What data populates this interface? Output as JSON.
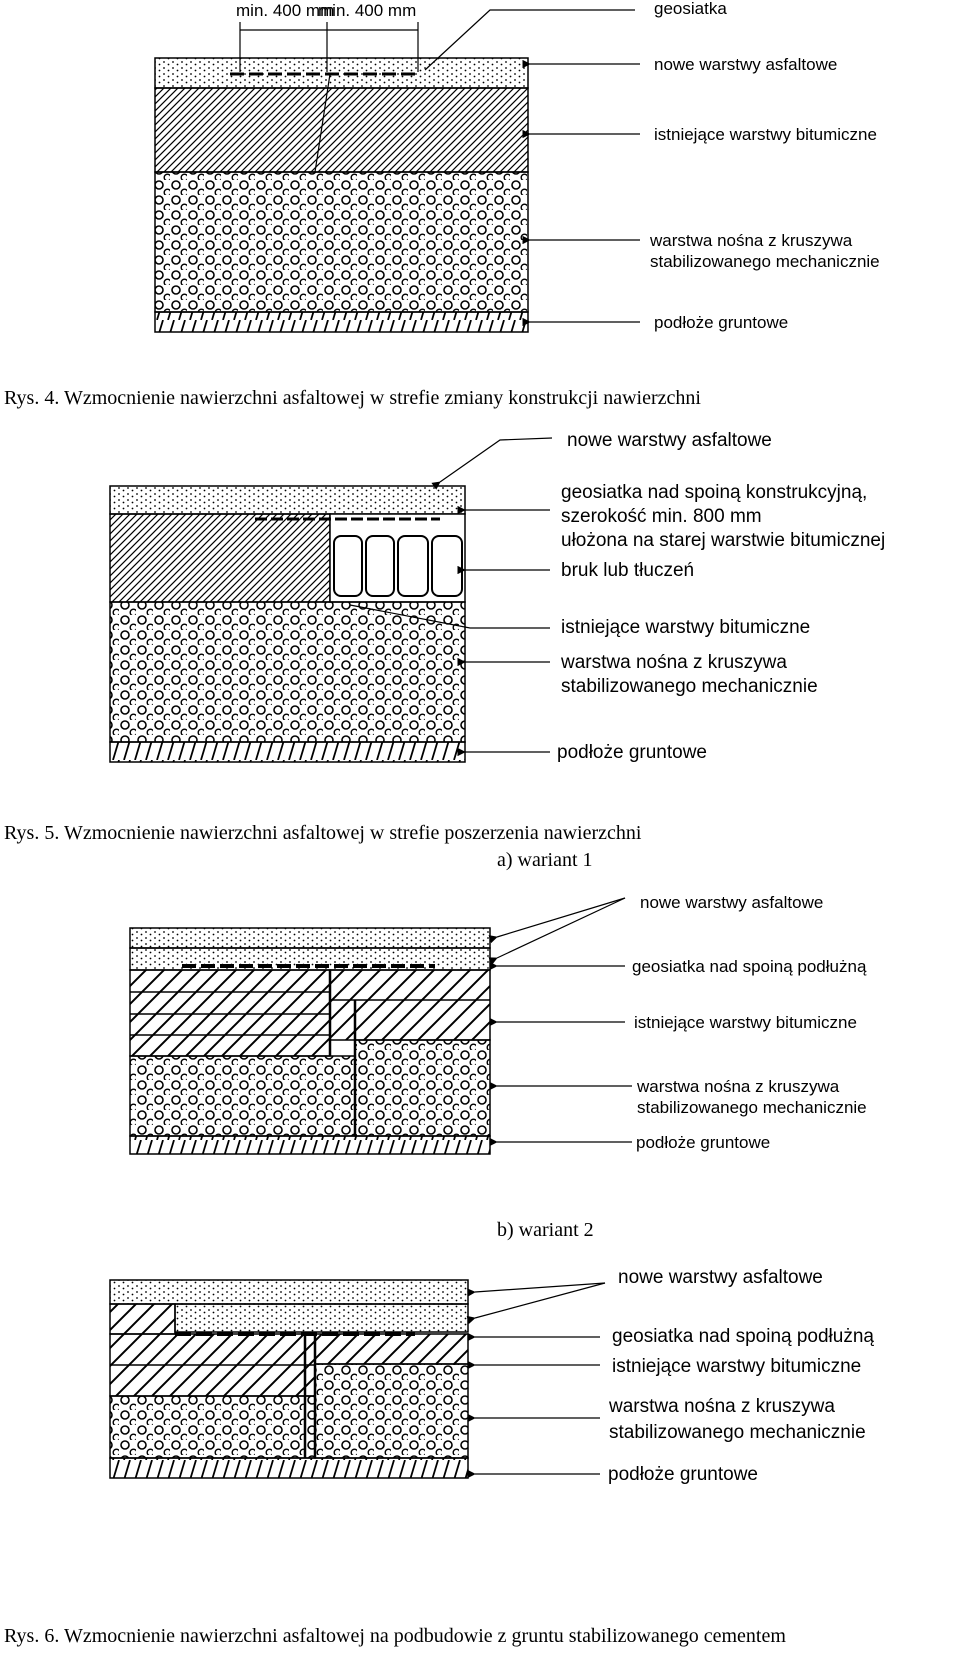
{
  "fig4": {
    "dim_left": "min. 400 mm",
    "dim_right": "min. 400 mm",
    "labels": {
      "geogrid": "geosiatka",
      "new_layers": "nowe warstwy asfaltowe",
      "existing": "istniejące warstwy bitumiczne",
      "base_line1": "warstwa nośna z kruszywa",
      "base_line2": "stabilizowanego mechanicznie",
      "subgrade": "podłoże gruntowe"
    },
    "caption": "Rys. 4. Wzmocnienie nawierzchni asfaltowej w strefie zmiany konstrukcji nawierzchni"
  },
  "fig5": {
    "labels": {
      "new_layers": "nowe warstwy asfaltowe",
      "geogrid_line1": "geosiatka nad spoiną konstrukcyjną,",
      "geogrid_line2": "szerokość min. 800 mm",
      "geogrid_line3": "ułożona na starej warstwie bitumicznej",
      "cobble": "bruk lub tłuczeń",
      "existing": "istniejące warstwy bitumiczne",
      "base_line1": "warstwa nośna z kruszywa",
      "base_line2": "stabilizowanego mechanicznie",
      "subgrade": "podłoże gruntowe"
    },
    "caption": "Rys. 5. Wzmocnienie nawierzchni asfaltowej w strefie poszerzenia nawierzchni"
  },
  "fig6a": {
    "subtitle": "a)  wariant 1",
    "labels": {
      "new_layers": "nowe warstwy asfaltowe",
      "geogrid": "geosiatka nad spoiną podłużną",
      "existing": "istniejące warstwy bitumiczne",
      "base_line1": "warstwa nośna z kruszywa",
      "base_line2": "stabilizowanego mechanicznie",
      "subgrade": "podłoże gruntowe"
    }
  },
  "fig6b": {
    "subtitle": "b)  wariant 2",
    "labels": {
      "new_layers": "nowe warstwy asfaltowe",
      "geogrid": "geosiatka nad spoiną podłużną",
      "existing": "istniejące warstwy bitumiczne",
      "base_line1": "warstwa nośna z kruszywa",
      "base_line2": "stabilizowanego mechanicznie",
      "subgrade": "podłoże gruntowe"
    },
    "caption": "Rys. 6. Wzmocnienie nawierzchni asfaltowej na podbudowie z gruntu stabilizowanego cementem"
  }
}
